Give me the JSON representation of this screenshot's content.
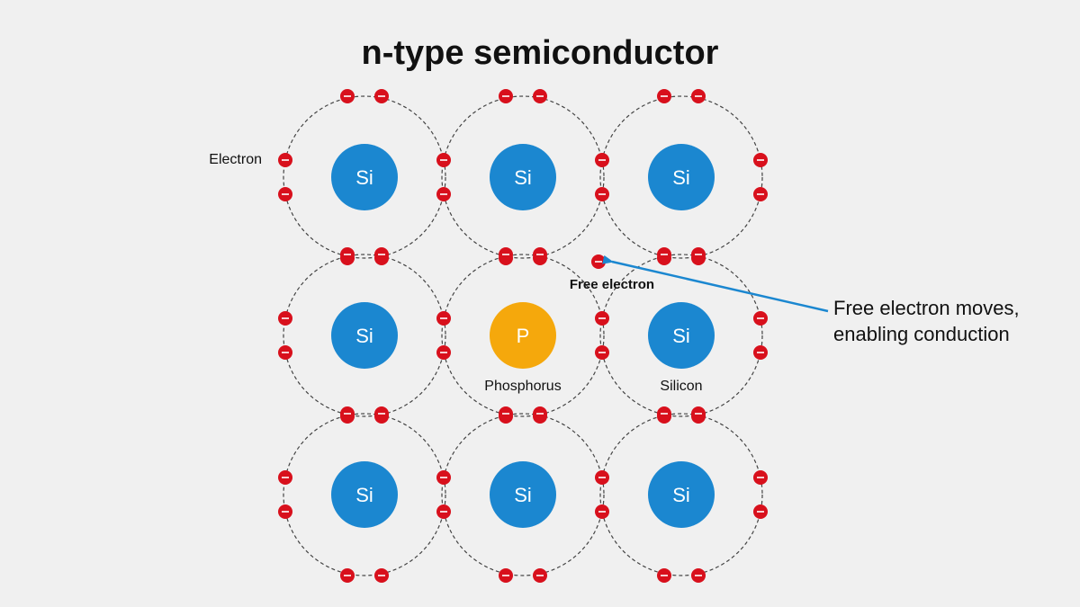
{
  "title": "n-type semiconductor",
  "atoms": [
    {
      "symbol": "Si",
      "kind": "silicon"
    },
    {
      "symbol": "Si",
      "kind": "silicon"
    },
    {
      "symbol": "Si",
      "kind": "silicon"
    },
    {
      "symbol": "Si",
      "kind": "silicon"
    },
    {
      "symbol": "P",
      "kind": "phosphorus"
    },
    {
      "symbol": "Si",
      "kind": "silicon"
    },
    {
      "symbol": "Si",
      "kind": "silicon"
    },
    {
      "symbol": "Si",
      "kind": "silicon"
    },
    {
      "symbol": "Si",
      "kind": "silicon"
    }
  ],
  "labels": {
    "electron": "Electron",
    "phosphorus": "Phosphorus",
    "silicon": "Silicon",
    "free_electron": "Free electron"
  },
  "callout": {
    "line1": "Free electron moves,",
    "line2": "enabling conduction"
  },
  "colors": {
    "background": "#f0f0f0",
    "silicon": "#1b87d0",
    "phosphorus": "#f5a80c",
    "electron": "#d8101c",
    "orbit": "#444444",
    "arrow": "#1b87d0"
  }
}
